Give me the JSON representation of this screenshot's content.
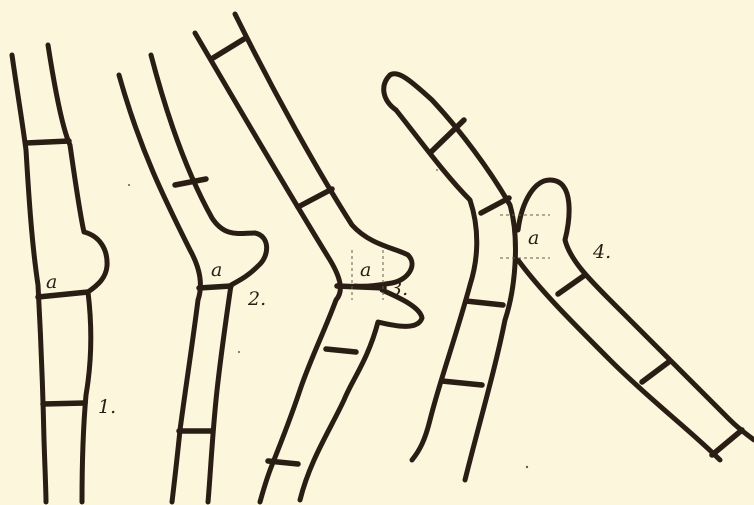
{
  "figure": {
    "panels": [
      {
        "id": "1",
        "number_label": "1.",
        "cell_label": "a"
      },
      {
        "id": "2",
        "number_label": "2.",
        "cell_label": "a"
      },
      {
        "id": "3",
        "number_label": "3.",
        "cell_label": "a"
      },
      {
        "id": "4",
        "number_label": "4.",
        "cell_label": "a"
      }
    ]
  },
  "colors": {
    "paper": "#fbf6dc",
    "ink": "#2a1d14"
  }
}
